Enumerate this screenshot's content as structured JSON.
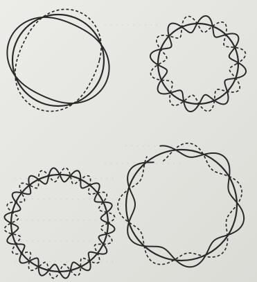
{
  "figure": {
    "panels": [
      {
        "id": "top-left",
        "wave_count": 2,
        "orbit_style": "solid",
        "closes": true
      },
      {
        "id": "top-right",
        "wave_count": 8,
        "orbit_style": "solid",
        "closes": true
      },
      {
        "id": "bottom-left",
        "wave_count": 14,
        "orbit_style": "solid",
        "closes": true
      },
      {
        "id": "bottom-right",
        "wave_count": 5.5,
        "orbit_style": "solid",
        "closes": false
      }
    ],
    "colors": {
      "ink": "#2a2a2a",
      "paper": "#e6e6e3"
    }
  }
}
